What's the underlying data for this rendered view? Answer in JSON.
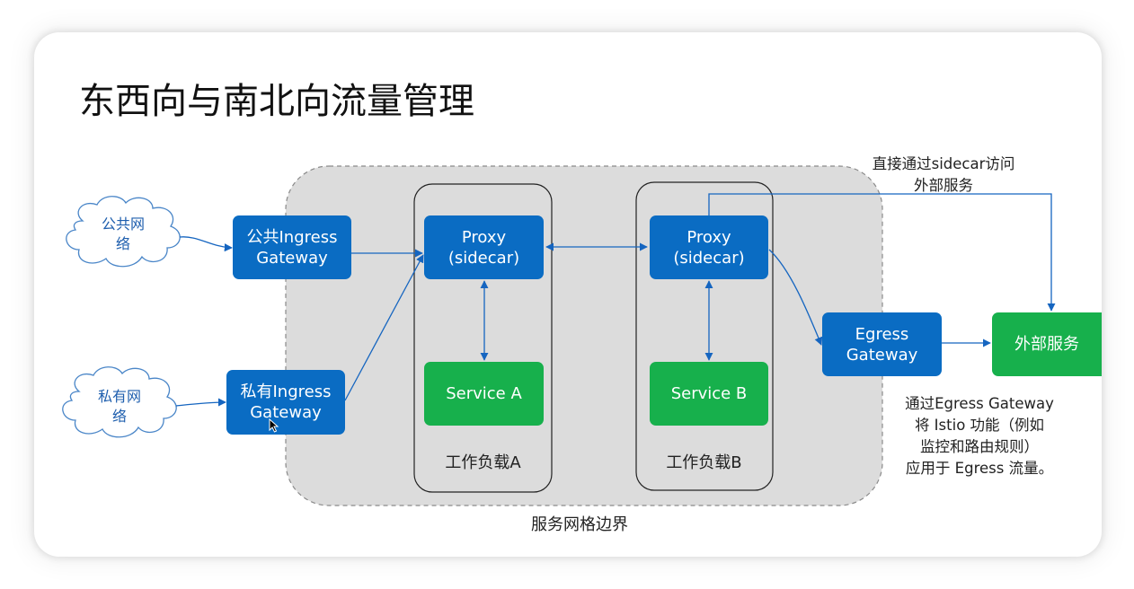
{
  "title": "东西向与南北向流量管理",
  "clouds": {
    "public": "公共网\n络",
    "private": "私有网\n络"
  },
  "nodes": {
    "public_ingress": "公共Ingress\nGateway",
    "private_ingress": "私有Ingress\nGateway",
    "proxy_a": "Proxy\n(sidecar)",
    "proxy_b": "Proxy\n(sidecar)",
    "service_a": "Service A",
    "service_b": "Service B",
    "egress": "Egress\nGateway",
    "external": "外部服务"
  },
  "labels": {
    "workload_a": "工作负载A",
    "workload_b": "工作负载B",
    "mesh_boundary": "服务网格边界"
  },
  "notes": {
    "sidecar_access": "直接通过sidecar访问\n外部服务",
    "egress_note": "通过Egress Gateway\n将 Istio 功能（例如\n监控和路由规则）\n应用于 Egress 流量。"
  },
  "colors": {
    "node_blue": "#0a6cc3",
    "node_green": "#17b04c",
    "mesh_fill": "#dcdcdc",
    "edge": "#1565c0",
    "cloud_stroke": "#4a86c8"
  }
}
